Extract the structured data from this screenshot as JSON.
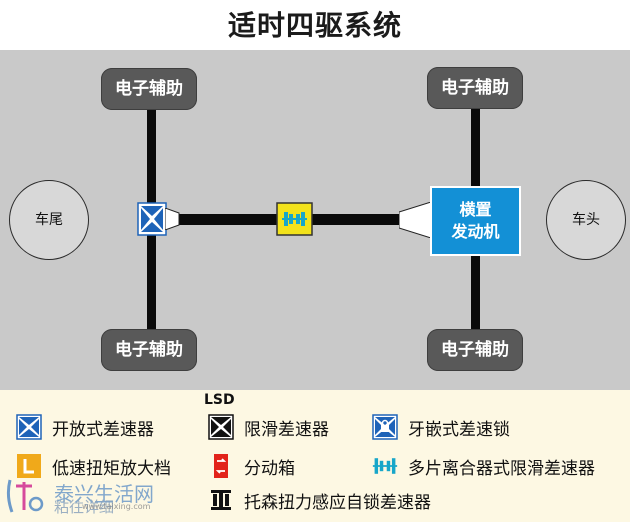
{
  "title": "适时四驱系统",
  "diagram": {
    "rear_label": "车尾",
    "front_label": "车头",
    "wheel_label": "电子辅助",
    "engine_line1": "横置",
    "engine_line2": "发动机"
  },
  "legend": {
    "open_diff": "开放式差速器",
    "lsd_badge": "LSD",
    "lsd": "限滑差速器",
    "dog_clutch": "牙嵌式差速锁",
    "low_range": "低速扭矩放大档",
    "transfer_case": "分动箱",
    "multi_plate": "多片离合器式限滑差速器",
    "torsen": "托森扭力感应自锁差速器"
  },
  "watermark": {
    "site_name": "泰兴生活网",
    "url": "www.taixing.com",
    "partial": "粘往详细"
  },
  "colors": {
    "diagram_bg": "#c9c9c9",
    "legend_bg": "#fdf8e3",
    "engine_blue": "#1390d6",
    "diff_blue": "#1e63b8",
    "coupling_yellow": "#f2e21b",
    "coupling_cyan": "#17a6c9",
    "transfer_red": "#e2231a",
    "low_range_orange": "#f0a91a"
  }
}
